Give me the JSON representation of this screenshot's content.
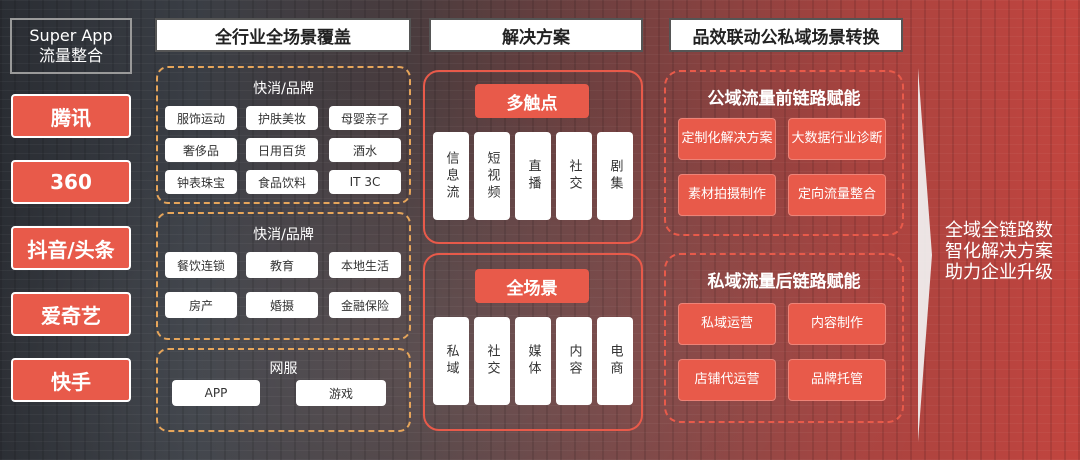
{
  "header": {
    "super_app_line1": "Super App",
    "super_app_line2": "流量整合",
    "industry": "全行业全场景覆盖",
    "solution": "解决方案",
    "linkage": "品效联动公私域场景转换"
  },
  "platforms": [
    "腾讯",
    "360",
    "抖音/头条",
    "爱奇艺",
    "快手"
  ],
  "industries": [
    {
      "title": "快消/品牌",
      "tags": [
        "服饰运动",
        "护肤美妆",
        "母婴亲子",
        "奢侈品",
        "日用百货",
        "酒水",
        "钟表珠宝",
        "食品饮料",
        "IT 3C"
      ]
    },
    {
      "title": "快消/品牌",
      "tags": [
        "餐饮连锁",
        "教育",
        "本地生活",
        "房产",
        "婚摄",
        "金融保险"
      ]
    },
    {
      "title": "网服",
      "tags": [
        "APP",
        "游戏"
      ]
    }
  ],
  "solutions": [
    {
      "title": "多触点",
      "items": [
        "信息流",
        "短视频",
        "直播",
        "社交",
        "剧集"
      ]
    },
    {
      "title": "全场景",
      "items": [
        "私域",
        "社交",
        "媒体",
        "内容",
        "电商"
      ]
    }
  ],
  "linkage": [
    {
      "title": "公域流量前链路赋能",
      "items": [
        "定制化解决方案",
        "大数据行业诊断",
        "素材拍摄制作",
        "定向流量整合"
      ]
    },
    {
      "title": "私域流量后链路赋能",
      "items": [
        "私域运营",
        "内容制作",
        "店铺代运营",
        "品牌托管"
      ]
    }
  ],
  "result": [
    "全域全链路数",
    "智化解决方案",
    "助力企业升级"
  ],
  "colors": {
    "accent": "#e85a4a",
    "dashed_gold": "#e6a55a"
  }
}
